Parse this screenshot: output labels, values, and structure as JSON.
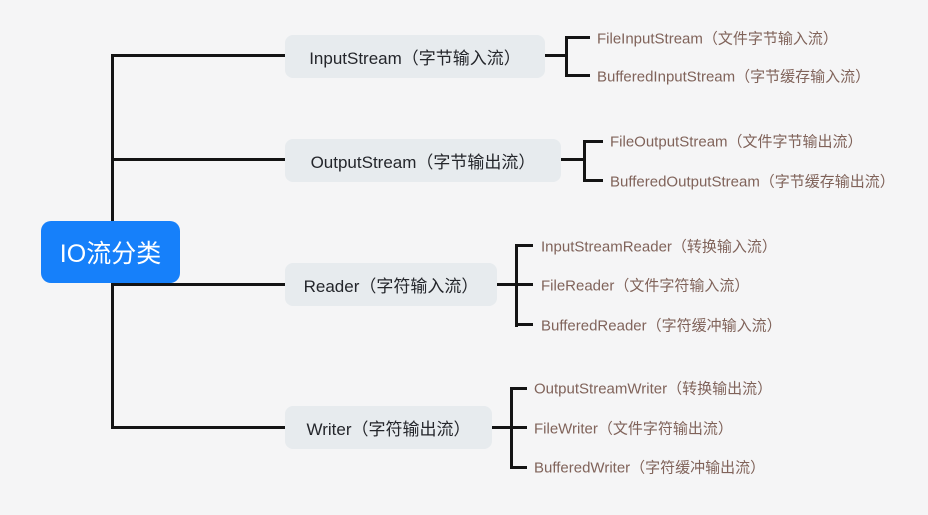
{
  "root": {
    "label": "IO流分类"
  },
  "branches": [
    {
      "label": "InputStream（字节输入流）",
      "children": [
        "FileInputStream（文件字节输入流）",
        "BufferedInputStream（字节缓存输入流）"
      ]
    },
    {
      "label": "OutputStream（字节输出流）",
      "children": [
        "FileOutputStream（文件字节输出流）",
        "BufferedOutputStream（字节缓存输出流）"
      ]
    },
    {
      "label": "Reader（字符输入流）",
      "children": [
        "InputStreamReader（转换输入流）",
        "FileReader（文件字符输入流）",
        "BufferedReader（字符缓冲输入流）"
      ]
    },
    {
      "label": "Writer（字符输出流）",
      "children": [
        "OutputStreamWriter（转换输出流）",
        "FileWriter（文件字符输出流）",
        "BufferedWriter（字符缓冲输出流）"
      ]
    }
  ],
  "colors": {
    "background": "#f5f5f6",
    "root_fill": "#1680fa",
    "root_text": "#ffffff",
    "branch_fill": "#e7ebee",
    "branch_text": "#24262b",
    "leaf_text": "#80635a",
    "line": "#141414"
  }
}
